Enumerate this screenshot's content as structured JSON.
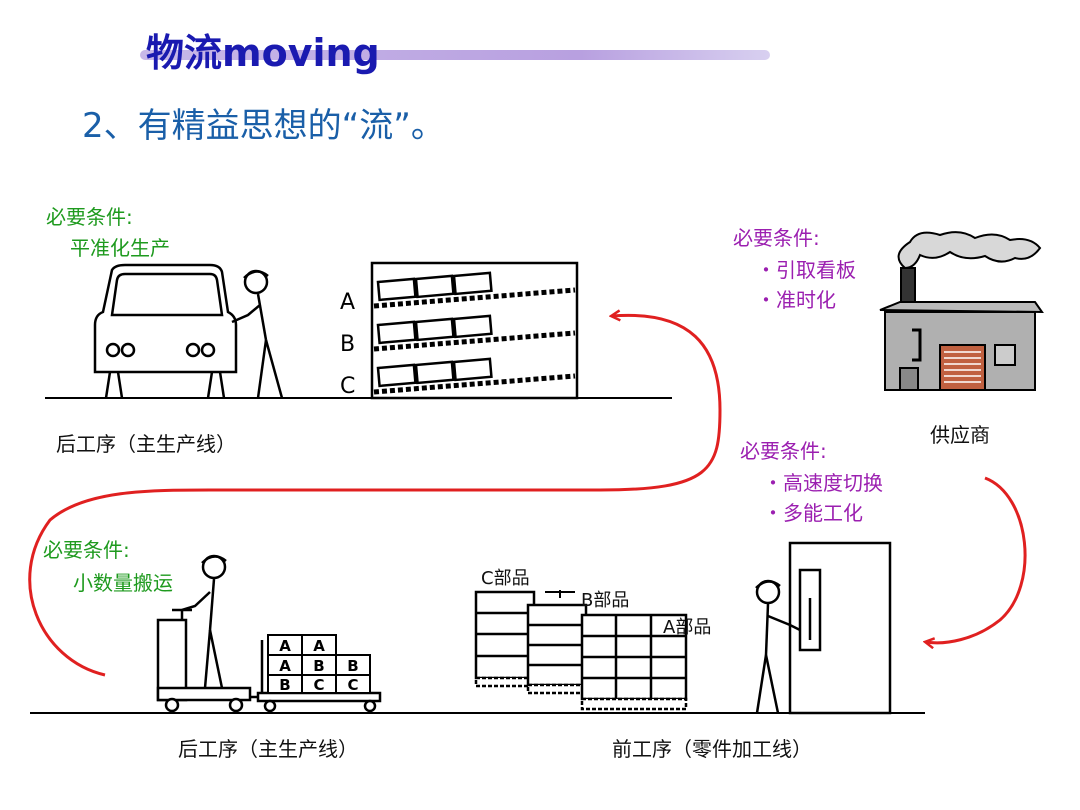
{
  "header": {
    "title": "物流moving",
    "subtitle": "2、有精益思想的“流”。"
  },
  "assembly_top": {
    "condition_label": "必要条件:",
    "condition_item": "平准化生产",
    "rack_labels": [
      "A",
      "B",
      "C"
    ],
    "caption": "后工序（主生产线）"
  },
  "supplier": {
    "condition_label": "必要条件:",
    "items": [
      "・引取看板",
      "・准时化"
    ],
    "caption": "供应商"
  },
  "machining": {
    "condition_label": "必要条件:",
    "items": [
      "・高速度切换",
      "・多能工化"
    ],
    "parts": [
      "C部品",
      "B部品",
      "A部品"
    ],
    "caption": "前工序（零件加工线）"
  },
  "assembly_bottom": {
    "condition_label": "必要条件:",
    "condition_item": "小数量搬运",
    "box_labels": [
      "A",
      "A",
      "A",
      "B",
      "B",
      "B",
      "C",
      "C"
    ],
    "caption": "后工序（主生产线）"
  },
  "colors": {
    "title": "#1a1ab0",
    "subtitle": "#1a5fa8",
    "condition_green": "#1e9a1e",
    "condition_purple": "#9b1fb0",
    "flow_arrow": "#e02020"
  }
}
